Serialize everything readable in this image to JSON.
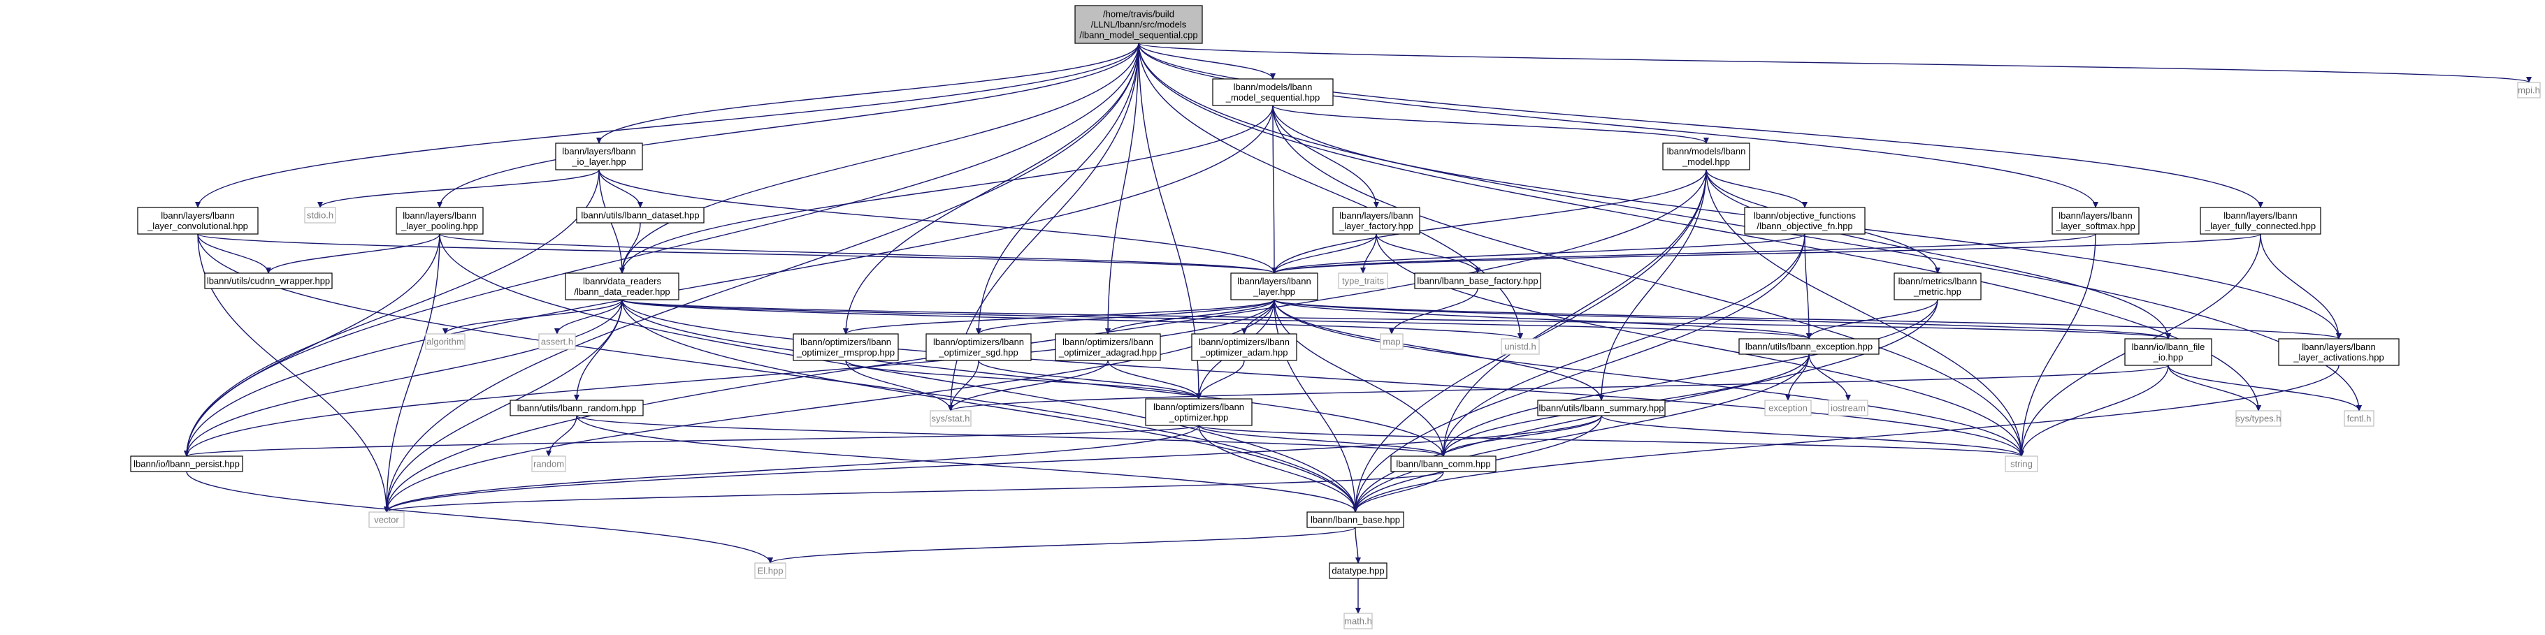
{
  "colors": {
    "edge": "#191970",
    "root_fill": "#bfbfbf",
    "node_border": "#000000",
    "system_border": "#bfbfbf",
    "system_text": "#7f7f7f"
  },
  "nodes": [
    {
      "id": "root",
      "lines": [
        "/home/travis/build",
        "/LLNL/lbann/src/models",
        "/lbann_model_sequential.cpp"
      ],
      "kind": "root"
    },
    {
      "id": "model_seq",
      "lines": [
        "lbann/models/lbann",
        "_model_sequential.hpp"
      ],
      "kind": "file"
    },
    {
      "id": "mpi",
      "lines": [
        "mpi.h"
      ],
      "kind": "system"
    },
    {
      "id": "io_layer",
      "lines": [
        "lbann/layers/lbann",
        "_io_layer.hpp"
      ],
      "kind": "file"
    },
    {
      "id": "model",
      "lines": [
        "lbann/models/lbann",
        "_model.hpp"
      ],
      "kind": "file"
    },
    {
      "id": "stdio",
      "lines": [
        "stdio.h"
      ],
      "kind": "system"
    },
    {
      "id": "dataset",
      "lines": [
        "lbann/utils/lbann_dataset.hpp"
      ],
      "kind": "file"
    },
    {
      "id": "conv",
      "lines": [
        "lbann/layers/lbann",
        "_layer_convolutional.hpp"
      ],
      "kind": "file"
    },
    {
      "id": "pool",
      "lines": [
        "lbann/layers/lbann",
        "_layer_pooling.hpp"
      ],
      "kind": "file"
    },
    {
      "id": "factory",
      "lines": [
        "lbann/layers/lbann",
        "_layer_factory.hpp"
      ],
      "kind": "file"
    },
    {
      "id": "objfn",
      "lines": [
        "lbann/objective_functions",
        "/lbann_objective_fn.hpp"
      ],
      "kind": "file"
    },
    {
      "id": "softmax",
      "lines": [
        "lbann/layers/lbann",
        "_layer_softmax.hpp"
      ],
      "kind": "file"
    },
    {
      "id": "fc",
      "lines": [
        "lbann/layers/lbann",
        "_layer_fully_connected.hpp"
      ],
      "kind": "file"
    },
    {
      "id": "cudnn",
      "lines": [
        "lbann/utils/cudnn_wrapper.hpp"
      ],
      "kind": "file"
    },
    {
      "id": "layer",
      "lines": [
        "lbann/layers/lbann",
        "_layer.hpp"
      ],
      "kind": "file"
    },
    {
      "id": "type_traits",
      "lines": [
        "type_traits"
      ],
      "kind": "system"
    },
    {
      "id": "base_factory",
      "lines": [
        "lbann/lbann_base_factory.hpp"
      ],
      "kind": "file"
    },
    {
      "id": "metric",
      "lines": [
        "lbann/metrics/lbann",
        "_metric.hpp"
      ],
      "kind": "file"
    },
    {
      "id": "data_reader",
      "lines": [
        "lbann/data_readers",
        "/lbann_data_reader.hpp"
      ],
      "kind": "file"
    },
    {
      "id": "algorithm",
      "lines": [
        "algorithm"
      ],
      "kind": "system"
    },
    {
      "id": "assert",
      "lines": [
        "assert.h"
      ],
      "kind": "system"
    },
    {
      "id": "rmsprop",
      "lines": [
        "lbann/optimizers/lbann",
        "_optimizer_rmsprop.hpp"
      ],
      "kind": "file"
    },
    {
      "id": "sgd",
      "lines": [
        "lbann/optimizers/lbann",
        "_optimizer_sgd.hpp"
      ],
      "kind": "file"
    },
    {
      "id": "adagrad",
      "lines": [
        "lbann/optimizers/lbann",
        "_optimizer_adagrad.hpp"
      ],
      "kind": "file"
    },
    {
      "id": "adam",
      "lines": [
        "lbann/optimizers/lbann",
        "_optimizer_adam.hpp"
      ],
      "kind": "file"
    },
    {
      "id": "map",
      "lines": [
        "map"
      ],
      "kind": "system"
    },
    {
      "id": "unistd",
      "lines": [
        "unistd.h"
      ],
      "kind": "system"
    },
    {
      "id": "exception_hpp",
      "lines": [
        "lbann/utils/lbann_exception.hpp"
      ],
      "kind": "file"
    },
    {
      "id": "file_io",
      "lines": [
        "lbann/io/lbann_file",
        "_io.hpp"
      ],
      "kind": "file"
    },
    {
      "id": "activations",
      "lines": [
        "lbann/layers/lbann",
        "_layer_activations.hpp"
      ],
      "kind": "file"
    },
    {
      "id": "random",
      "lines": [
        "lbann/utils/lbann_random.hpp"
      ],
      "kind": "file"
    },
    {
      "id": "random_std",
      "lines": [
        "random"
      ],
      "kind": "system"
    },
    {
      "id": "optimizer",
      "lines": [
        "lbann/optimizers/lbann",
        "_optimizer.hpp"
      ],
      "kind": "file"
    },
    {
      "id": "exception",
      "lines": [
        "exception"
      ],
      "kind": "system"
    },
    {
      "id": "iostream",
      "lines": [
        "iostream"
      ],
      "kind": "system"
    },
    {
      "id": "sys_stat",
      "lines": [
        "sys/stat.h"
      ],
      "kind": "system"
    },
    {
      "id": "summary",
      "lines": [
        "lbann/utils/lbann_summary.hpp"
      ],
      "kind": "file"
    },
    {
      "id": "sys_types",
      "lines": [
        "sys/types.h"
      ],
      "kind": "system"
    },
    {
      "id": "fcntl",
      "lines": [
        "fcntl.h"
      ],
      "kind": "system"
    },
    {
      "id": "persist",
      "lines": [
        "lbann/io/lbann_persist.hpp"
      ],
      "kind": "file"
    },
    {
      "id": "comm",
      "lines": [
        "lbann/lbann_comm.hpp"
      ],
      "kind": "file"
    },
    {
      "id": "string",
      "lines": [
        "string"
      ],
      "kind": "system"
    },
    {
      "id": "vector",
      "lines": [
        "vector"
      ],
      "kind": "system"
    },
    {
      "id": "base",
      "lines": [
        "lbann/lbann_base.hpp"
      ],
      "kind": "file"
    },
    {
      "id": "el",
      "lines": [
        "El.hpp"
      ],
      "kind": "system"
    },
    {
      "id": "datatype",
      "lines": [
        "datatype.hpp"
      ],
      "kind": "file"
    },
    {
      "id": "math",
      "lines": [
        "math.h"
      ],
      "kind": "system"
    }
  ],
  "edges": [
    [
      "root",
      "model_seq"
    ],
    [
      "root",
      "mpi"
    ],
    [
      "root",
      "io_layer"
    ],
    [
      "root",
      "conv"
    ],
    [
      "root",
      "pool"
    ],
    [
      "root",
      "softmax"
    ],
    [
      "root",
      "fc"
    ],
    [
      "root",
      "data_reader"
    ],
    [
      "root",
      "rmsprop"
    ],
    [
      "root",
      "sgd"
    ],
    [
      "root",
      "adagrad"
    ],
    [
      "root",
      "optimizer"
    ],
    [
      "root",
      "sys_stat"
    ],
    [
      "root",
      "sys_types"
    ],
    [
      "root",
      "fcntl"
    ],
    [
      "root",
      "persist"
    ],
    [
      "root",
      "vector"
    ],
    [
      "root",
      "unistd"
    ],
    [
      "model_seq",
      "model"
    ],
    [
      "model_seq",
      "factory"
    ],
    [
      "model_seq",
      "layer"
    ],
    [
      "model_seq",
      "data_reader"
    ],
    [
      "model_seq",
      "persist"
    ],
    [
      "model_seq",
      "activations"
    ],
    [
      "model_seq",
      "string"
    ],
    [
      "io_layer",
      "stdio"
    ],
    [
      "io_layer",
      "dataset"
    ],
    [
      "io_layer",
      "data_reader"
    ],
    [
      "io_layer",
      "layer"
    ],
    [
      "io_layer",
      "persist"
    ],
    [
      "model",
      "objfn"
    ],
    [
      "model",
      "metric"
    ],
    [
      "model",
      "layer"
    ],
    [
      "model",
      "summary"
    ],
    [
      "model",
      "file_io"
    ],
    [
      "model",
      "comm"
    ],
    [
      "model",
      "string"
    ],
    [
      "model",
      "base"
    ],
    [
      "model",
      "vector"
    ],
    [
      "dataset",
      "data_reader"
    ],
    [
      "conv",
      "cudnn"
    ],
    [
      "conv",
      "layer"
    ],
    [
      "conv",
      "vector"
    ],
    [
      "conv",
      "base"
    ],
    [
      "pool",
      "cudnn"
    ],
    [
      "pool",
      "layer"
    ],
    [
      "pool",
      "vector"
    ],
    [
      "pool",
      "base"
    ],
    [
      "pool",
      "persist"
    ],
    [
      "factory",
      "layer"
    ],
    [
      "factory",
      "type_traits"
    ],
    [
      "factory",
      "base_factory"
    ],
    [
      "factory",
      "string"
    ],
    [
      "objfn",
      "layer"
    ],
    [
      "objfn",
      "exception_hpp"
    ],
    [
      "objfn",
      "comm"
    ],
    [
      "objfn",
      "base"
    ],
    [
      "softmax",
      "layer"
    ],
    [
      "softmax",
      "string"
    ],
    [
      "fc",
      "layer"
    ],
    [
      "fc",
      "activations"
    ],
    [
      "fc",
      "string"
    ],
    [
      "layer",
      "rmsprop"
    ],
    [
      "layer",
      "sgd"
    ],
    [
      "layer",
      "adagrad"
    ],
    [
      "layer",
      "adam"
    ],
    [
      "layer",
      "optimizer"
    ],
    [
      "layer",
      "exception_hpp"
    ],
    [
      "layer",
      "summary"
    ],
    [
      "layer",
      "activations"
    ],
    [
      "layer",
      "file_io"
    ],
    [
      "layer",
      "comm"
    ],
    [
      "layer",
      "base"
    ],
    [
      "layer",
      "persist"
    ],
    [
      "layer",
      "vector"
    ],
    [
      "layer",
      "string"
    ],
    [
      "base_factory",
      "map"
    ],
    [
      "metric",
      "exception_hpp"
    ],
    [
      "metric",
      "comm"
    ],
    [
      "metric",
      "base"
    ],
    [
      "data_reader",
      "algorithm"
    ],
    [
      "data_reader",
      "assert"
    ],
    [
      "data_reader",
      "random"
    ],
    [
      "data_reader",
      "unistd"
    ],
    [
      "data_reader",
      "exception_hpp"
    ],
    [
      "data_reader",
      "file_io"
    ],
    [
      "data_reader",
      "comm"
    ],
    [
      "data_reader",
      "base"
    ],
    [
      "data_reader",
      "persist"
    ],
    [
      "data_reader",
      "vector"
    ],
    [
      "data_reader",
      "string"
    ],
    [
      "rmsprop",
      "optimizer"
    ],
    [
      "rmsprop",
      "sys_stat"
    ],
    [
      "sgd",
      "optimizer"
    ],
    [
      "sgd",
      "sys_stat"
    ],
    [
      "adagrad",
      "optimizer"
    ],
    [
      "adagrad",
      "sys_stat"
    ],
    [
      "adam",
      "optimizer"
    ],
    [
      "exception_hpp",
      "exception"
    ],
    [
      "exception_hpp",
      "iostream"
    ],
    [
      "exception_hpp",
      "comm"
    ],
    [
      "exception_hpp",
      "base"
    ],
    [
      "file_io",
      "sys_stat"
    ],
    [
      "file_io",
      "sys_types"
    ],
    [
      "file_io",
      "fcntl"
    ],
    [
      "file_io",
      "string"
    ],
    [
      "activations",
      "base"
    ],
    [
      "random",
      "random_std"
    ],
    [
      "random",
      "comm"
    ],
    [
      "random",
      "base"
    ],
    [
      "optimizer",
      "comm"
    ],
    [
      "optimizer",
      "base"
    ],
    [
      "optimizer",
      "persist"
    ],
    [
      "optimizer",
      "vector"
    ],
    [
      "optimizer",
      "string"
    ],
    [
      "summary",
      "comm"
    ],
    [
      "summary",
      "base"
    ],
    [
      "summary",
      "string"
    ],
    [
      "summary",
      "vector"
    ],
    [
      "persist",
      "el"
    ],
    [
      "comm",
      "base"
    ],
    [
      "comm",
      "vector"
    ],
    [
      "base",
      "datatype"
    ],
    [
      "base",
      "el"
    ],
    [
      "datatype",
      "math"
    ]
  ]
}
